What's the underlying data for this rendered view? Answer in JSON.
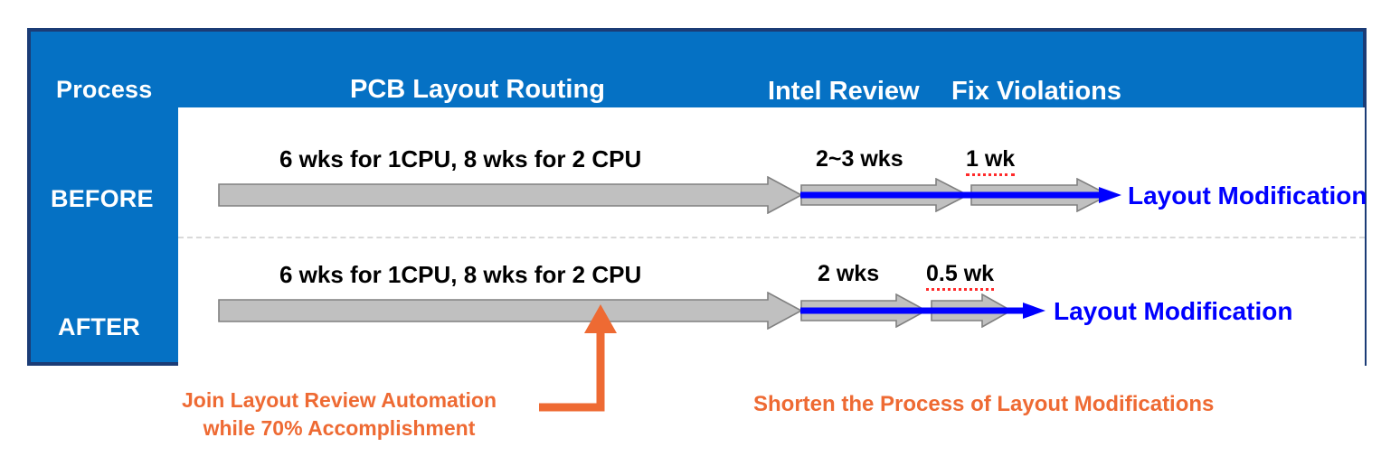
{
  "colors": {
    "panel_blue": "#0571c4",
    "panel_border": "#1b3c76",
    "orange": "#ee6a33",
    "blue_line": "#0000ff",
    "arrow_fill": "#c0c0c0",
    "arrow_stroke": "#808080",
    "divider": "#d9d9d9"
  },
  "sidebar": {
    "title": "Process",
    "rows": [
      {
        "label": "BEFORE"
      },
      {
        "label": "AFTER"
      }
    ]
  },
  "header": {
    "stages": [
      {
        "label": "PCB Layout Routing"
      },
      {
        "label": "Intel Review"
      },
      {
        "label": "Fix Violations"
      }
    ]
  },
  "rows": {
    "before": {
      "name": "BEFORE",
      "routing_duration": "6 wks for 1CPU, 8 wks for 2 CPU",
      "review_duration": "2~3 wks",
      "fix_duration": "1 wk",
      "outcome_label": "Layout Modification"
    },
    "after": {
      "name": "AFTER",
      "routing_duration": "6 wks for 1CPU, 8 wks for 2 CPU",
      "review_duration": "2 wks",
      "fix_duration": "0.5 wk",
      "outcome_label": "Layout Modification"
    }
  },
  "callouts": {
    "left_line1": "Join Layout Review Automation",
    "left_line2": "while 70% Accomplishment",
    "right": "Shorten the Process of Layout Modifications"
  }
}
